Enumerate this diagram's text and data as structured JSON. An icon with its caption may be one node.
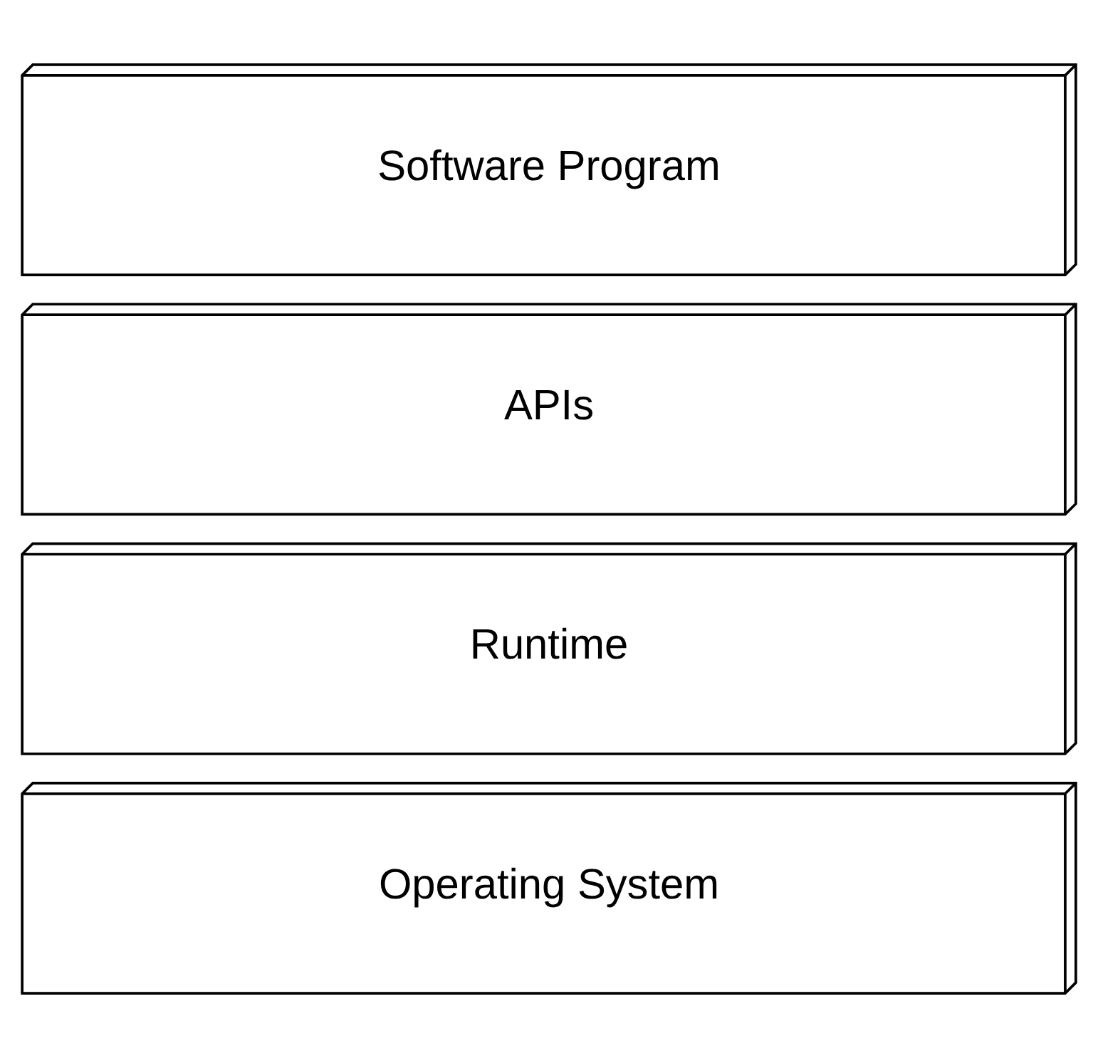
{
  "diagram": {
    "nodes": [
      {
        "text": [
          "Software Program"
        ]
      },
      {
        "text": [
          "APIs"
        ]
      },
      {
        "text": [
          "Runtime"
        ]
      },
      {
        "text": [
          "Operating System"
        ]
      }
    ]
  }
}
